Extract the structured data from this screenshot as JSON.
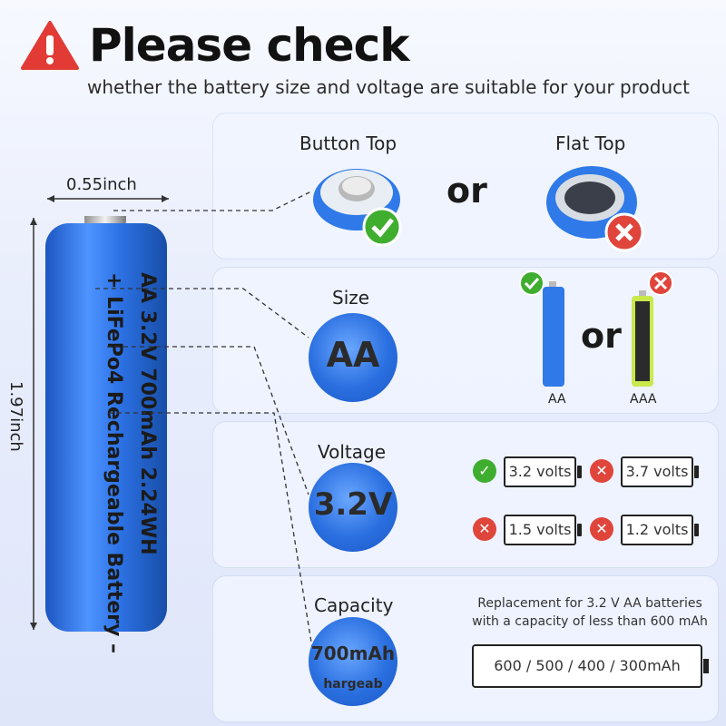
{
  "header": {
    "title": "Please check",
    "subtitle": "whether the battery size and voltage are suitable for your product"
  },
  "battery": {
    "width_label": "0.55inch",
    "height_label": "1.97inch",
    "print_line1": "AA  3.2V  700mAh  2.24WH",
    "print_line2": "+ LiFePo4 Rechargeable Battery –"
  },
  "sections": {
    "top": {
      "button_label": "Button Top",
      "flat_label": "Flat Top",
      "or": "or"
    },
    "size": {
      "label": "Size",
      "zoom": "AA",
      "or": "or",
      "aa_label": "AA",
      "aaa_label": "AAA"
    },
    "voltage": {
      "label": "Voltage",
      "zoom": "3.2V",
      "options": [
        {
          "text": "3.2 volts",
          "ok": true
        },
        {
          "text": "3.7 volts",
          "ok": false
        },
        {
          "text": "1.5 volts",
          "ok": false
        },
        {
          "text": "1.2 volts",
          "ok": false
        }
      ]
    },
    "capacity": {
      "label": "Capacity",
      "zoom": "700mAh",
      "zoom_sub": "hargeab",
      "note": "Replacement for 3.2 V AA batteries with a capacity of less than 600 mAh",
      "range": "600 / 500 / 400 / 300mAh"
    }
  },
  "icons": {
    "ok": "check-icon",
    "no": "x-icon",
    "warn": "warning-icon"
  },
  "colors": {
    "ok": "#3fae2f",
    "no": "#e0453c",
    "battery": "#2a6fe0"
  }
}
